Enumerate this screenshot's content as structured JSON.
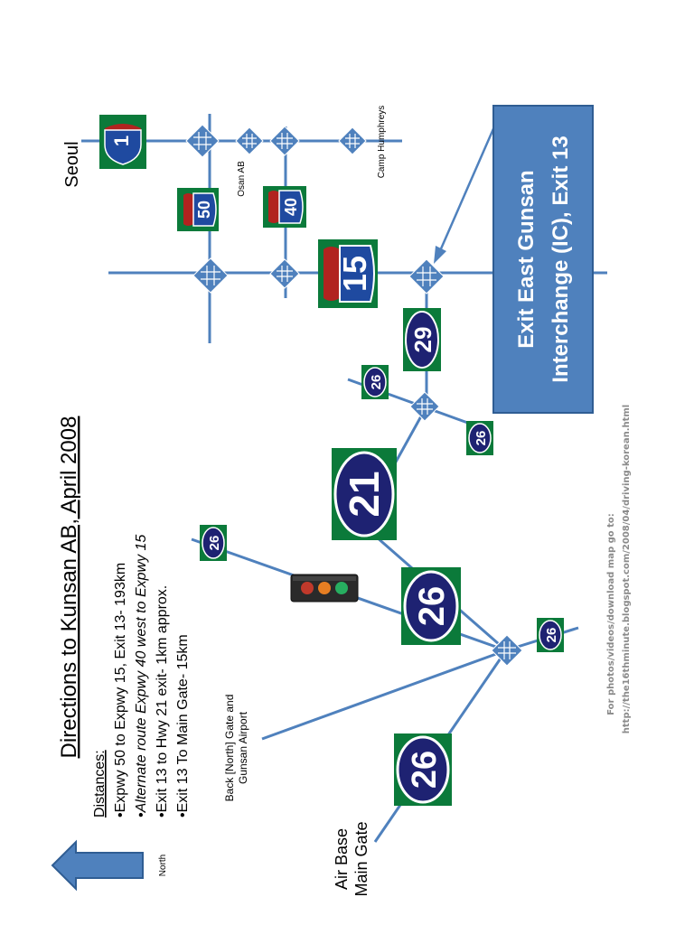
{
  "title": "Directions to Kunsan AB, April 2008",
  "distances": {
    "heading": "Distances:",
    "items": [
      {
        "text": "•Expwy 50 to Expwy 15, Exit 13- 193km",
        "italic": false
      },
      {
        "text": "•Alternate route Expwy 40 west to Expwy 15",
        "italic": true
      },
      {
        "text": "•Exit 13 to Hwy 21 exit- 1km approx.",
        "italic": false
      },
      {
        "text": "•Exit 13 To Main Gate- 15km",
        "italic": false
      }
    ]
  },
  "north_label": "North",
  "places": {
    "seoul": "Seoul",
    "osan": "Osan AB",
    "humphreys": "Camp Humphreys",
    "back_gate_1": "Back [North] Gate and",
    "back_gate_2": "Gunsan  Airport",
    "main_gate_1": "Air Base",
    "main_gate_2": "Main Gate"
  },
  "exit_box": {
    "line1": "Exit  East Gunsan",
    "line2": "Interchange (IC), Exit 13"
  },
  "credit": {
    "line1": "For photos/videos/download map go to:",
    "line2": "http://the16thminute.blogspot.com/2008/04/driving-korean.html"
  },
  "shields": {
    "r1": "1",
    "r50": "50",
    "r40": "40",
    "r15": "15",
    "r29": "29",
    "r21": "21",
    "r26": "26"
  },
  "colors": {
    "road": "#4f81bd",
    "box": "#4f81bd",
    "sign_green": "#0b7a3a",
    "oval_navy": "#1e2272",
    "interstate_red": "#b1231f",
    "interstate_blue": "#1f4aa0"
  }
}
